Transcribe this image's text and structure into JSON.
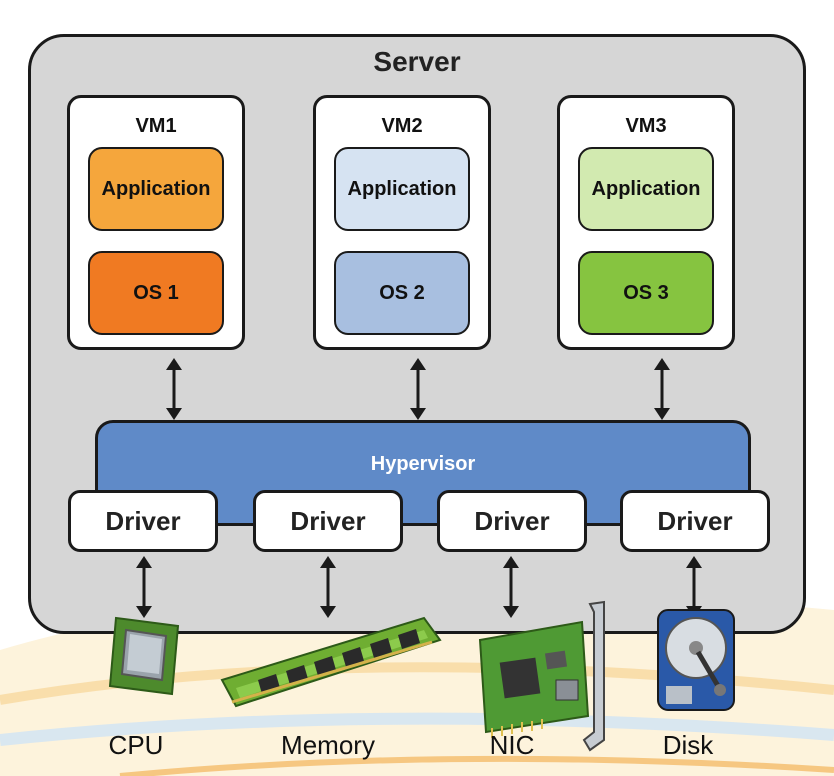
{
  "server": {
    "title": "Server"
  },
  "vms": [
    {
      "title": "VM1",
      "application": "Application",
      "os": "OS 1",
      "app_color": "#f5a63c",
      "os_color": "#f07a22"
    },
    {
      "title": "VM2",
      "application": "Application",
      "os": "OS 2",
      "app_color": "#d6e3f2",
      "os_color": "#a8bfe0"
    },
    {
      "title": "VM3",
      "application": "Application",
      "os": "OS 3",
      "app_color": "#d2eab0",
      "os_color": "#86c440"
    }
  ],
  "hypervisor": {
    "label": "Hypervisor",
    "color": "#5f8ac8"
  },
  "drivers": [
    "Driver",
    "Driver",
    "Driver",
    "Driver"
  ],
  "hardware": [
    {
      "label": "CPU",
      "icon": "cpu-chip-icon"
    },
    {
      "label": "Memory",
      "icon": "memory-module-icon"
    },
    {
      "label": "NIC",
      "icon": "network-card-icon"
    },
    {
      "label": "Disk",
      "icon": "hard-disk-icon"
    }
  ]
}
